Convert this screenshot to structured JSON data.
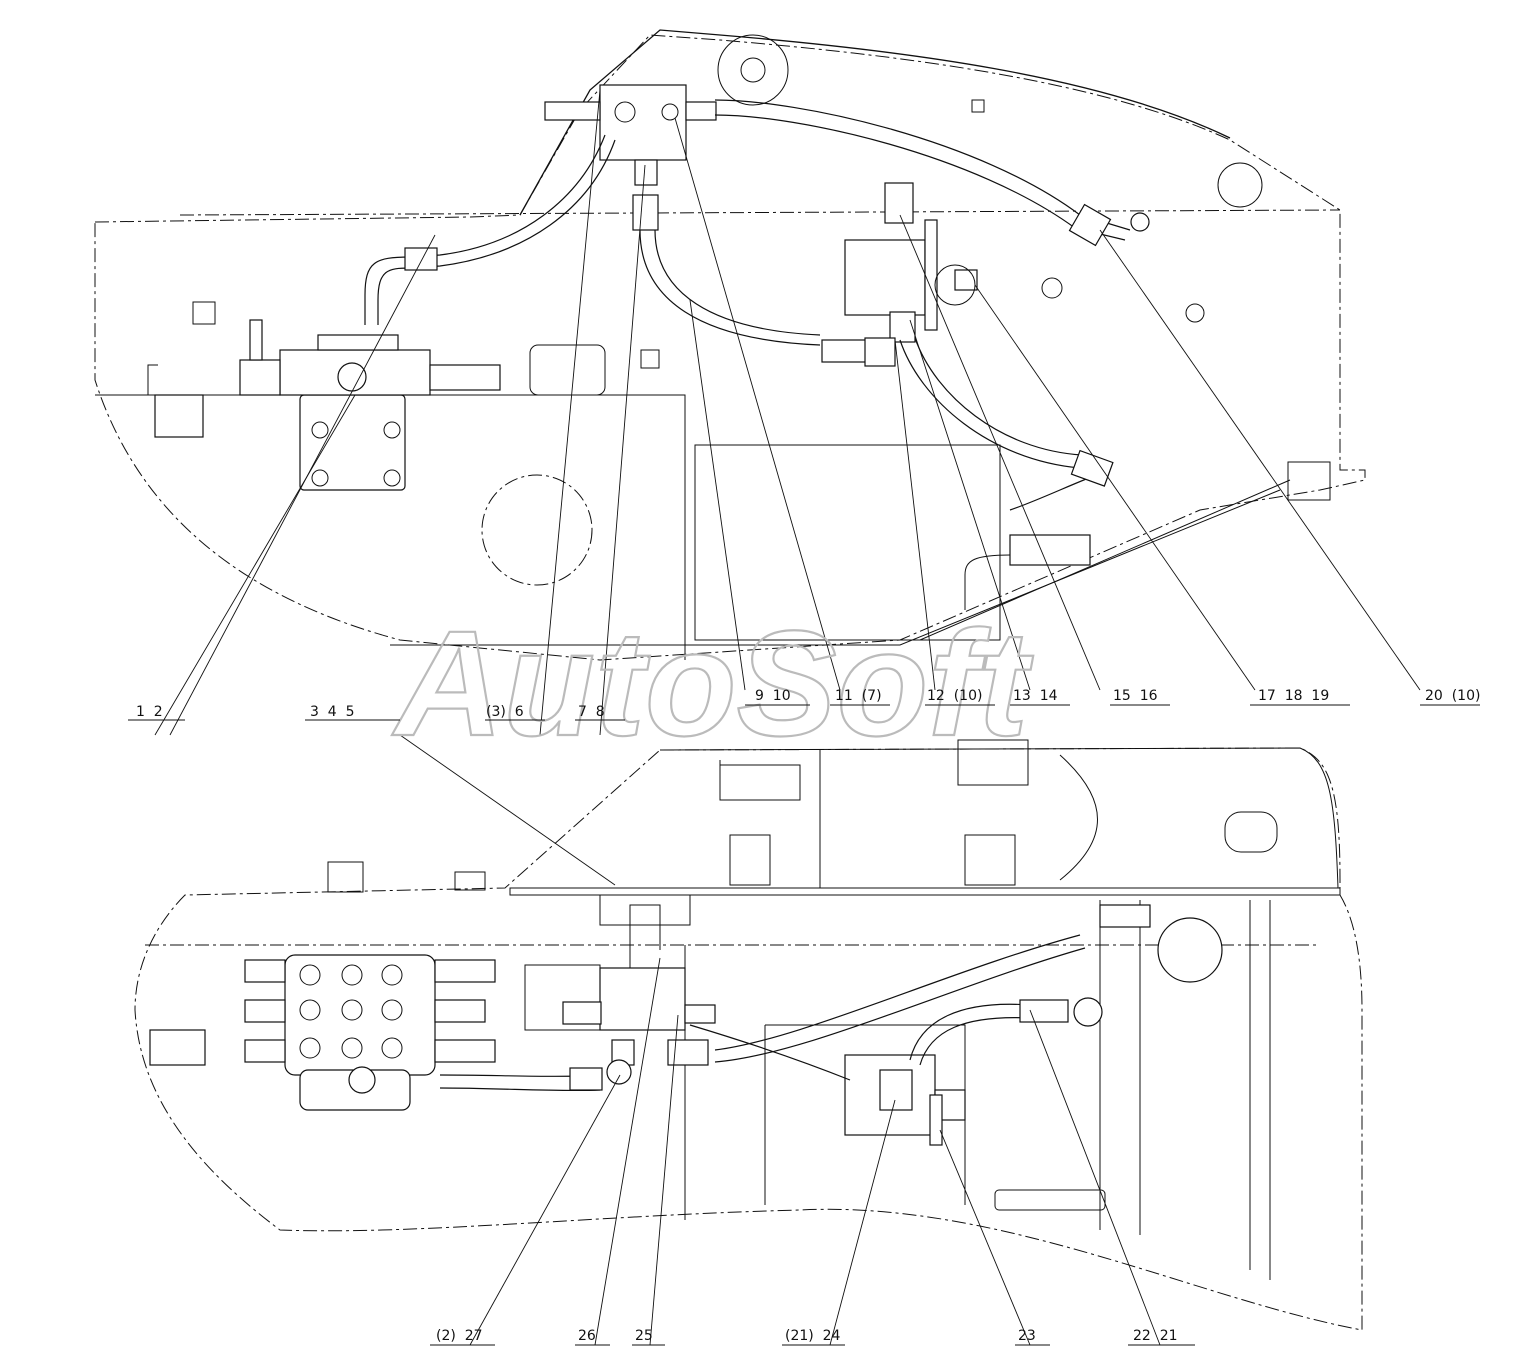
{
  "watermark": "AutoSoft",
  "callouts_top": [
    {
      "id": "c1",
      "text": "1  2"
    },
    {
      "id": "c2",
      "text": "3  4  5"
    },
    {
      "id": "c3",
      "text": "(3)  6"
    },
    {
      "id": "c4",
      "text": "7  8"
    },
    {
      "id": "c5",
      "text": "9  10"
    },
    {
      "id": "c6",
      "text": "11  (7)"
    },
    {
      "id": "c7",
      "text": "12  (10)"
    },
    {
      "id": "c8",
      "text": "13  14"
    },
    {
      "id": "c9",
      "text": "15  16"
    },
    {
      "id": "c10",
      "text": "17  18  19"
    },
    {
      "id": "c11",
      "text": "20  (10)"
    }
  ],
  "callouts_bottom": [
    {
      "id": "c12",
      "text": "(2)  27"
    },
    {
      "id": "c13",
      "text": "26"
    },
    {
      "id": "c14",
      "text": "25"
    },
    {
      "id": "c15",
      "text": "(21)  24"
    },
    {
      "id": "c16",
      "text": "23"
    },
    {
      "id": "c17",
      "text": "22  21"
    }
  ]
}
